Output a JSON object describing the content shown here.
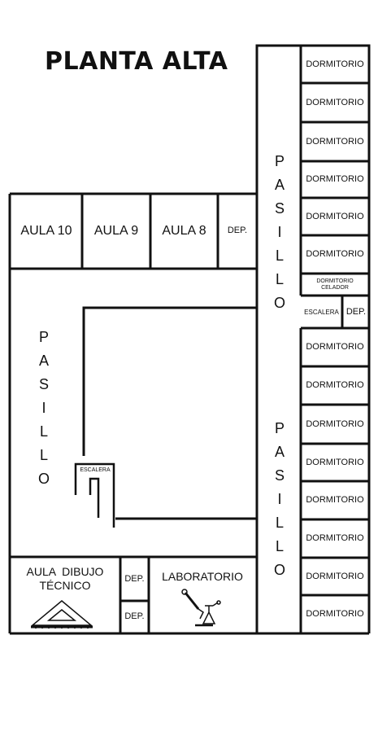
{
  "title": "PLANTA ALTA",
  "rooms": {
    "aula10": "AULA 10",
    "aula9": "AULA 9",
    "aula8": "AULA 8",
    "dep_top": "DEP.",
    "dormitorios": [
      "DORMITORIO",
      "DORMITORIO",
      "DORMITORIO",
      "DORMITORIO",
      "DORMITORIO",
      "DORMITORIO"
    ],
    "dormitorio_celador_line1": "DORMITORIO",
    "dormitorio_celador_line2": "CELADOR",
    "escalera_right": "ESCALERA",
    "dep_right": "DEP.",
    "dormitorios_lower": [
      "DORMITORIO",
      "DORMITORIO",
      "DORMITORIO",
      "DORMITORIO",
      "DORMITORIO",
      "DORMITORIO",
      "DORMITORIO",
      "DORMITORIO"
    ],
    "escalera_left": "ESCALERA",
    "aula_dibujo_line1": "AULA  DIBUJO",
    "aula_dibujo_line2": "TÉCNICO",
    "dep_bottom_1": "DEP.",
    "dep_bottom_2": "DEP.",
    "laboratorio": "LABORATORIO"
  },
  "pasillo_letters": [
    "P",
    "A",
    "S",
    "I",
    "L",
    "L",
    "O"
  ],
  "icons": {
    "drafting": "drafting-triangle-icon",
    "lab": "microscope-flask-icon"
  }
}
